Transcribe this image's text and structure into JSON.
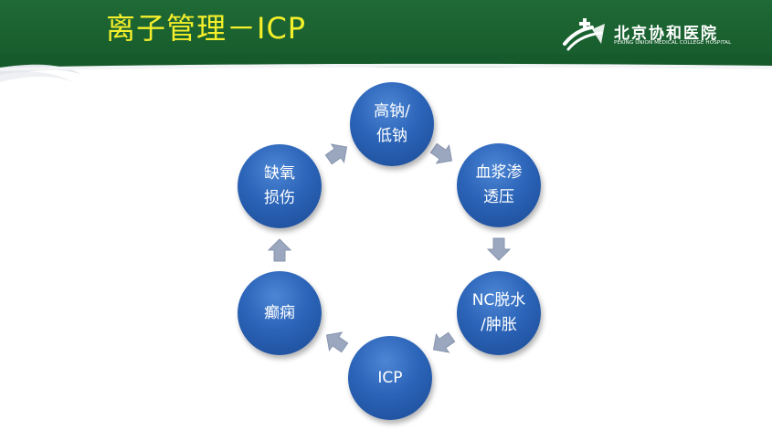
{
  "slide": {
    "title": "离子管理－ICP"
  },
  "logo": {
    "name_cn": "北京协和医院",
    "name_en": "PEKING UNION MEDICAL COLLEGE HOSPITAL"
  },
  "cycle": {
    "nodes": [
      {
        "id": "sodium",
        "lines": [
          "高钠/",
          "低钠"
        ]
      },
      {
        "id": "osmotic",
        "lines": [
          "血浆渗",
          "透压"
        ]
      },
      {
        "id": "edema",
        "lines": [
          "NC脱水",
          "/肿胀"
        ]
      },
      {
        "id": "icp",
        "lines": [
          "ICP"
        ]
      },
      {
        "id": "seizure",
        "lines": [
          "癫痫"
        ]
      },
      {
        "id": "hypoxia",
        "lines": [
          "缺氧",
          "损伤"
        ]
      }
    ],
    "arrow_color": "#9aa7bf",
    "node_color": "#2b64b8"
  },
  "colors": {
    "header": "#1a6230",
    "title": "#f4ef2a"
  }
}
